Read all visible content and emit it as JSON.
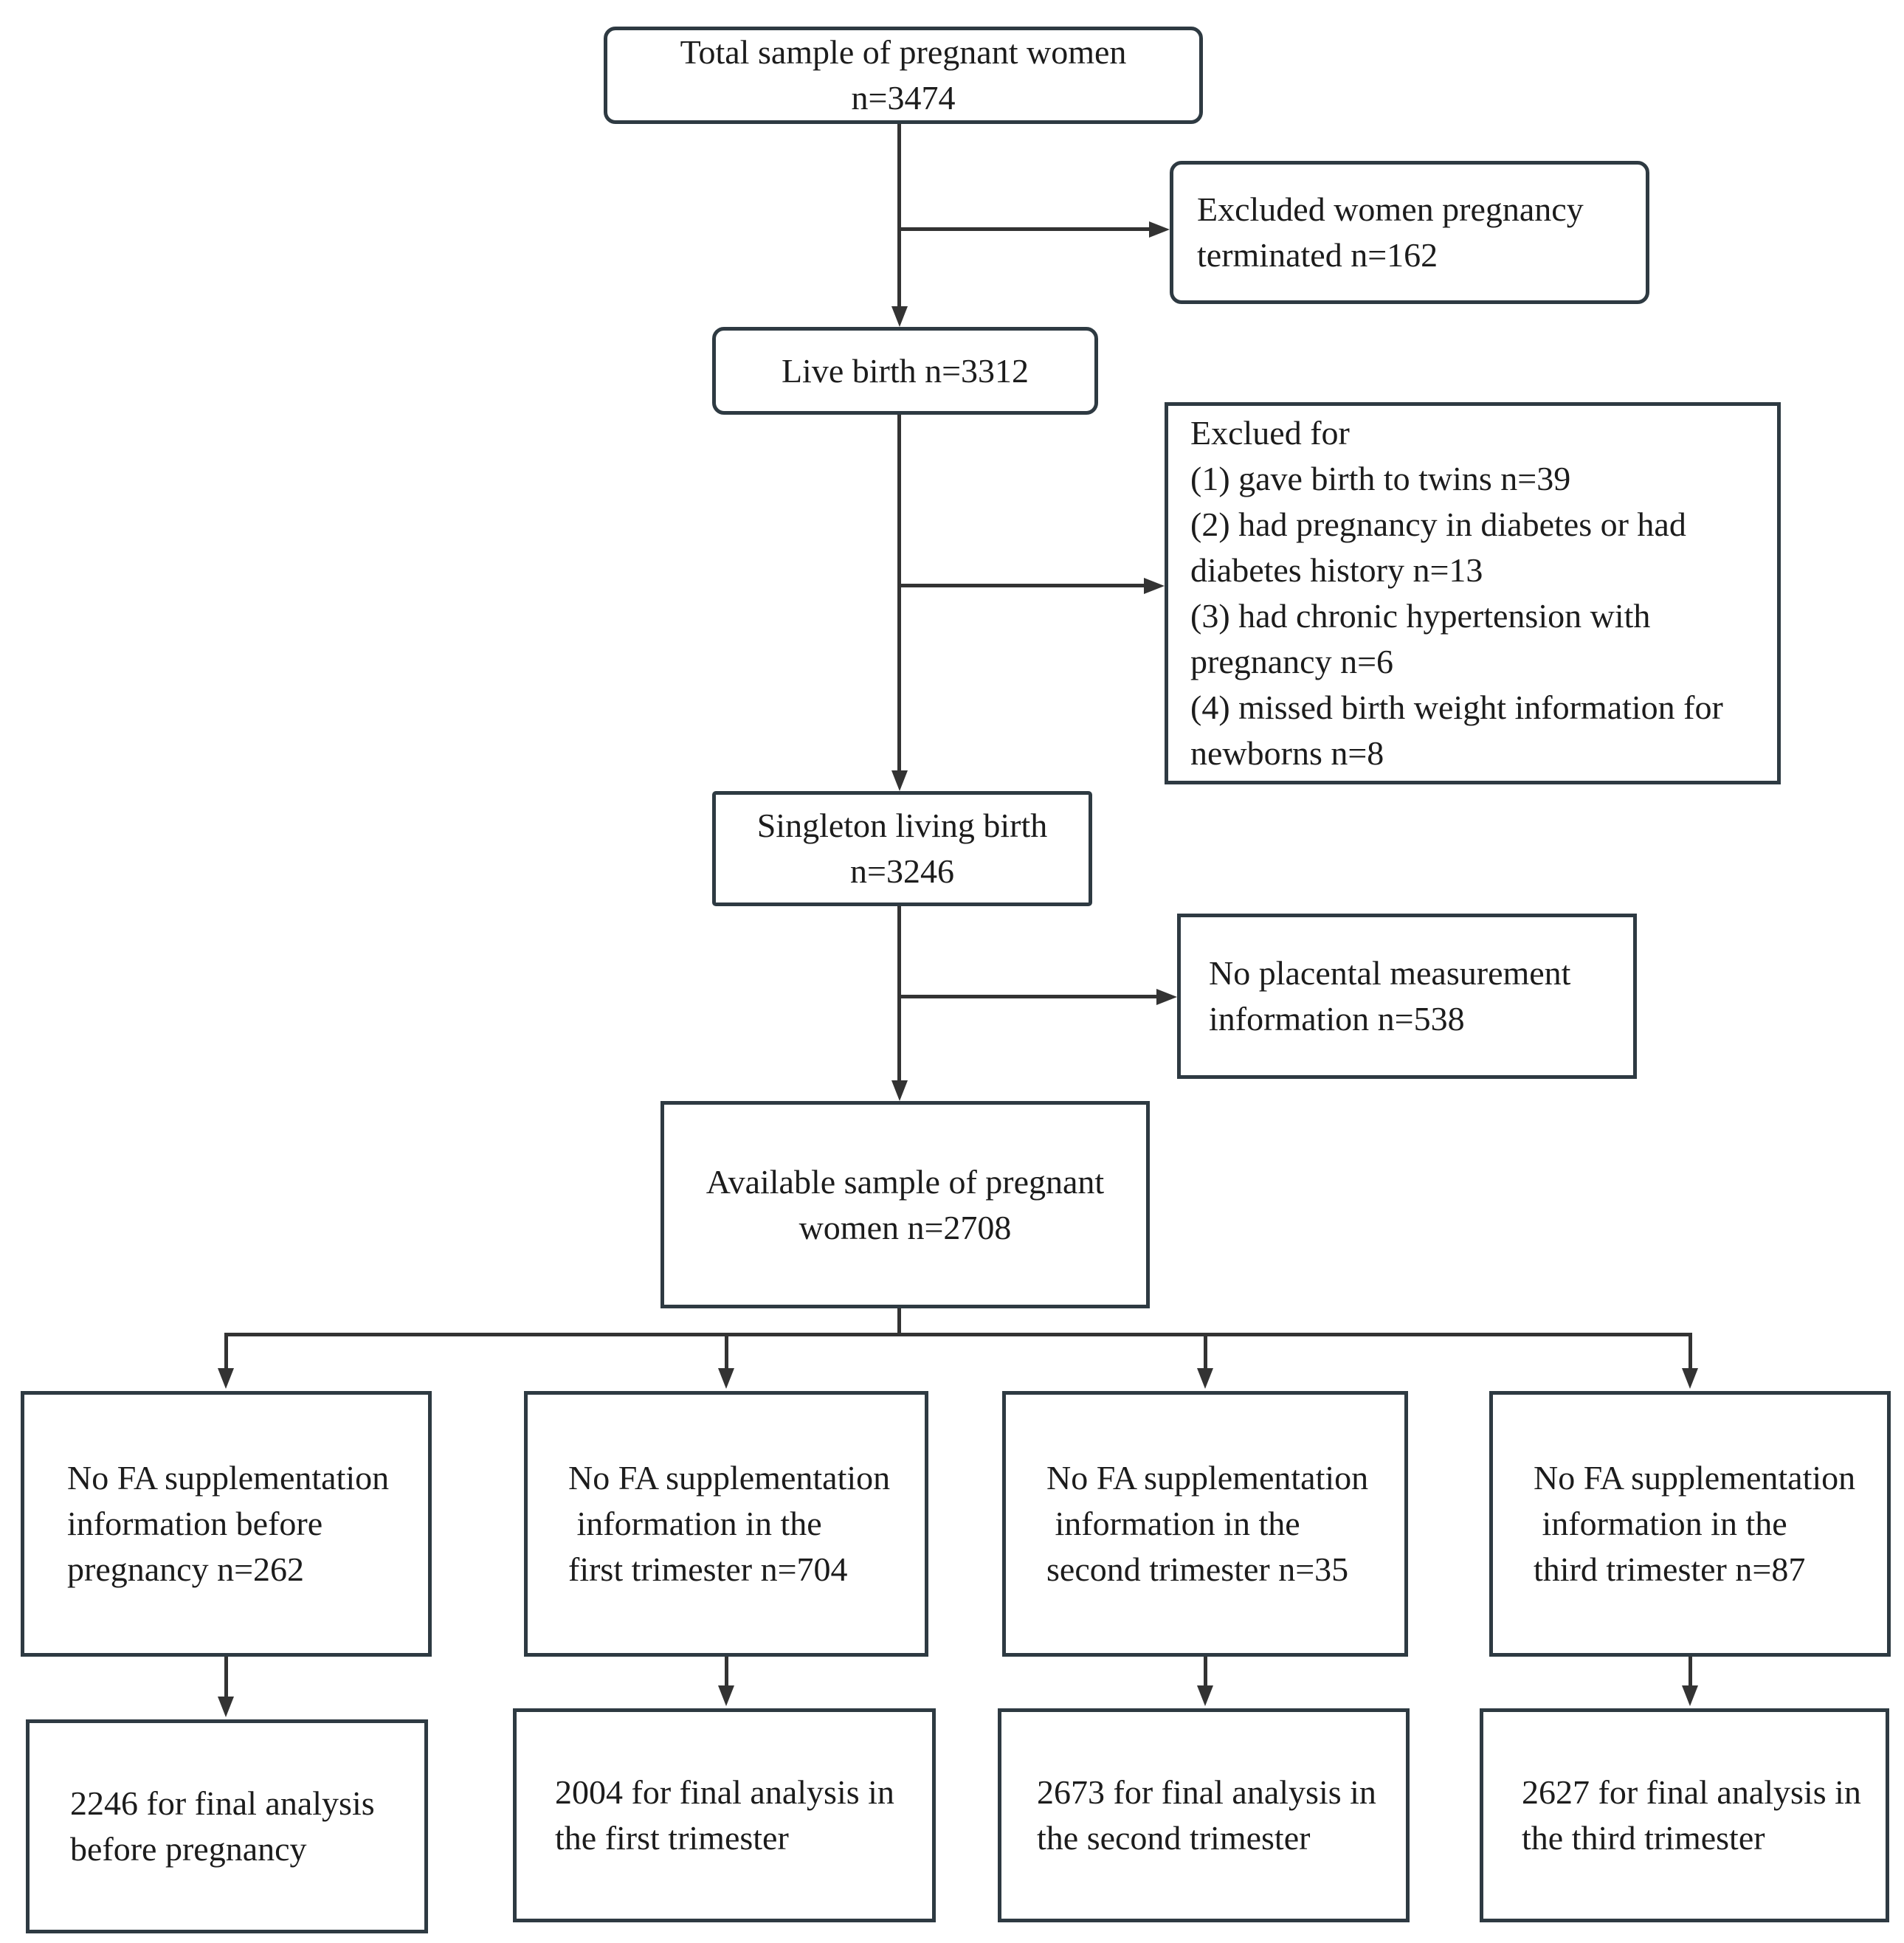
{
  "figure": {
    "type": "participant-flow-diagram",
    "background_color": "#ffffff",
    "box_border_color": "#2e3a42",
    "connector_color": "#333333",
    "text_color": "#1c1c1c"
  },
  "nodes": {
    "total": {
      "lines": [
        "Total sample of pregnant women",
        "n=3474"
      ]
    },
    "excluded_terminated": {
      "lines": [
        "Excluded women pregnancy",
        "terminated n=162"
      ]
    },
    "live_birth": {
      "lines": [
        "Live birth n=3312"
      ]
    },
    "excluded_reasons": {
      "title": "Exclued for",
      "items": [
        "(1) gave birth to twins n=39",
        "(2) had pregnancy in diabetes or had diabetes history n=13",
        "(3) had chronic hypertension with pregnancy n=6",
        "(4) missed birth weight information for newborns n=8"
      ]
    },
    "singleton": {
      "lines": [
        "Singleton living birth",
        "n=3246"
      ]
    },
    "no_placental": {
      "lines": [
        "No placental measurement",
        "information n=538"
      ]
    },
    "available": {
      "lines": [
        "Available sample of pregnant",
        "women n=2708"
      ]
    },
    "no_fa_before": {
      "lines": [
        "No FA supplementation",
        "information before",
        "pregnancy n=262"
      ]
    },
    "no_fa_first": {
      "lines": [
        "No FA supplementation",
        " information in the",
        "first trimester n=704"
      ]
    },
    "no_fa_second": {
      "lines": [
        "No FA supplementation",
        " information in the",
        "second trimester n=35"
      ]
    },
    "no_fa_third": {
      "lines": [
        "No FA supplementation",
        " information in the",
        "third trimester n=87"
      ]
    },
    "final_before": {
      "lines": [
        "2246 for final analysis",
        "before pregnancy"
      ]
    },
    "final_first": {
      "lines": [
        "2004 for final analysis in",
        "the first trimester"
      ]
    },
    "final_second": {
      "lines": [
        "2673 for final analysis in",
        "the second trimester"
      ]
    },
    "final_third": {
      "lines": [
        "2627 for final analysis in",
        "the third trimester"
      ]
    }
  }
}
